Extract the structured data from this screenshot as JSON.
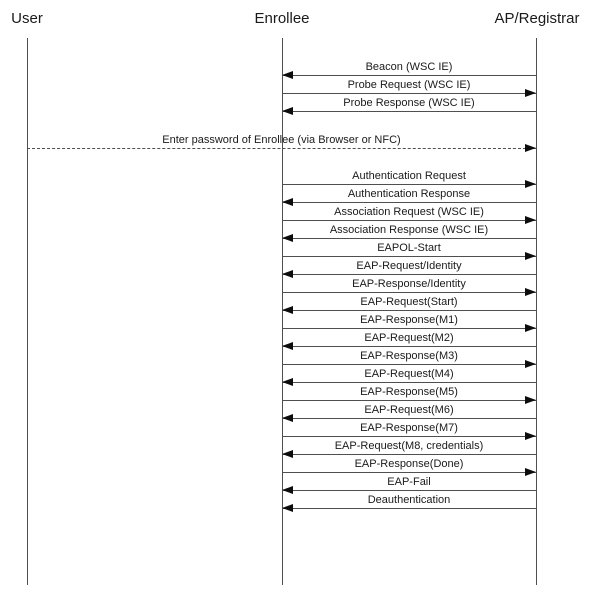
{
  "actors": [
    {
      "id": "user",
      "label": "User"
    },
    {
      "id": "enrollee",
      "label": "Enrollee"
    },
    {
      "id": "ap_registrar",
      "label": "AP/Registrar"
    }
  ],
  "colors": {
    "background": "#ffffff",
    "line": "#4f4f4f",
    "arrowhead": "#0d0d0d",
    "text": "#1a1a1a"
  },
  "messages": [
    {
      "label": "Beacon (WSC IE)",
      "from": "ap_registrar",
      "to": "enrollee",
      "style": "solid"
    },
    {
      "label": "Probe Request (WSC IE)",
      "from": "enrollee",
      "to": "ap_registrar",
      "style": "solid"
    },
    {
      "label": "Probe Response (WSC IE)",
      "from": "ap_registrar",
      "to": "enrollee",
      "style": "solid"
    },
    {
      "label": "Enter password of Enrollee (via Browser or NFC)",
      "from": "user",
      "to": "ap_registrar",
      "style": "dashed"
    },
    {
      "label": "Authentication Request",
      "from": "enrollee",
      "to": "ap_registrar",
      "style": "solid"
    },
    {
      "label": "Authentication Response",
      "from": "ap_registrar",
      "to": "enrollee",
      "style": "solid"
    },
    {
      "label": "Association Request (WSC IE)",
      "from": "enrollee",
      "to": "ap_registrar",
      "style": "solid"
    },
    {
      "label": "Association Response (WSC IE)",
      "from": "ap_registrar",
      "to": "enrollee",
      "style": "solid"
    },
    {
      "label": "EAPOL-Start",
      "from": "enrollee",
      "to": "ap_registrar",
      "style": "solid"
    },
    {
      "label": "EAP-Request/Identity",
      "from": "ap_registrar",
      "to": "enrollee",
      "style": "solid"
    },
    {
      "label": "EAP-Response/Identity",
      "from": "enrollee",
      "to": "ap_registrar",
      "style": "solid"
    },
    {
      "label": "EAP-Request(Start)",
      "from": "ap_registrar",
      "to": "enrollee",
      "style": "solid"
    },
    {
      "label": "EAP-Response(M1)",
      "from": "enrollee",
      "to": "ap_registrar",
      "style": "solid"
    },
    {
      "label": "EAP-Request(M2)",
      "from": "ap_registrar",
      "to": "enrollee",
      "style": "solid"
    },
    {
      "label": "EAP-Response(M3)",
      "from": "enrollee",
      "to": "ap_registrar",
      "style": "solid"
    },
    {
      "label": "EAP-Request(M4)",
      "from": "ap_registrar",
      "to": "enrollee",
      "style": "solid"
    },
    {
      "label": "EAP-Response(M5)",
      "from": "enrollee",
      "to": "ap_registrar",
      "style": "solid"
    },
    {
      "label": "EAP-Request(M6)",
      "from": "ap_registrar",
      "to": "enrollee",
      "style": "solid"
    },
    {
      "label": "EAP-Response(M7)",
      "from": "enrollee",
      "to": "ap_registrar",
      "style": "solid"
    },
    {
      "label": "EAP-Request(M8, credentials)",
      "from": "ap_registrar",
      "to": "enrollee",
      "style": "solid"
    },
    {
      "label": "EAP-Response(Done)",
      "from": "enrollee",
      "to": "ap_registrar",
      "style": "solid"
    },
    {
      "label": "EAP-Fail",
      "from": "ap_registrar",
      "to": "enrollee",
      "style": "solid"
    },
    {
      "label": "Deauthentication",
      "from": "ap_registrar",
      "to": "enrollee",
      "style": "solid"
    }
  ]
}
